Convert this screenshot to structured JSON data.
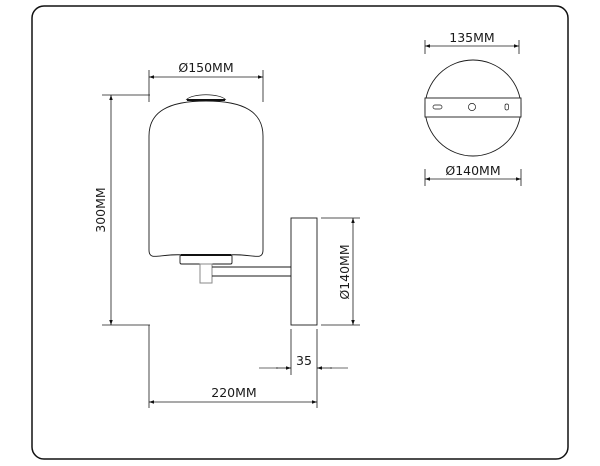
{
  "drawing": {
    "title": "Wall lamp dimension drawing",
    "line_color": "#1a1a1a",
    "background": "#ffffff",
    "views": {
      "side_view": {
        "shade_diameter_label": "Ø150MM",
        "height_label": "300MM",
        "backplate_diameter_label": "Ø140MM",
        "backplate_depth_label": "35",
        "projection_label": "220MM"
      },
      "mounting_plate_view": {
        "bracket_width_label": "135MM",
        "plate_diameter_label": "Ø140MM"
      }
    }
  }
}
